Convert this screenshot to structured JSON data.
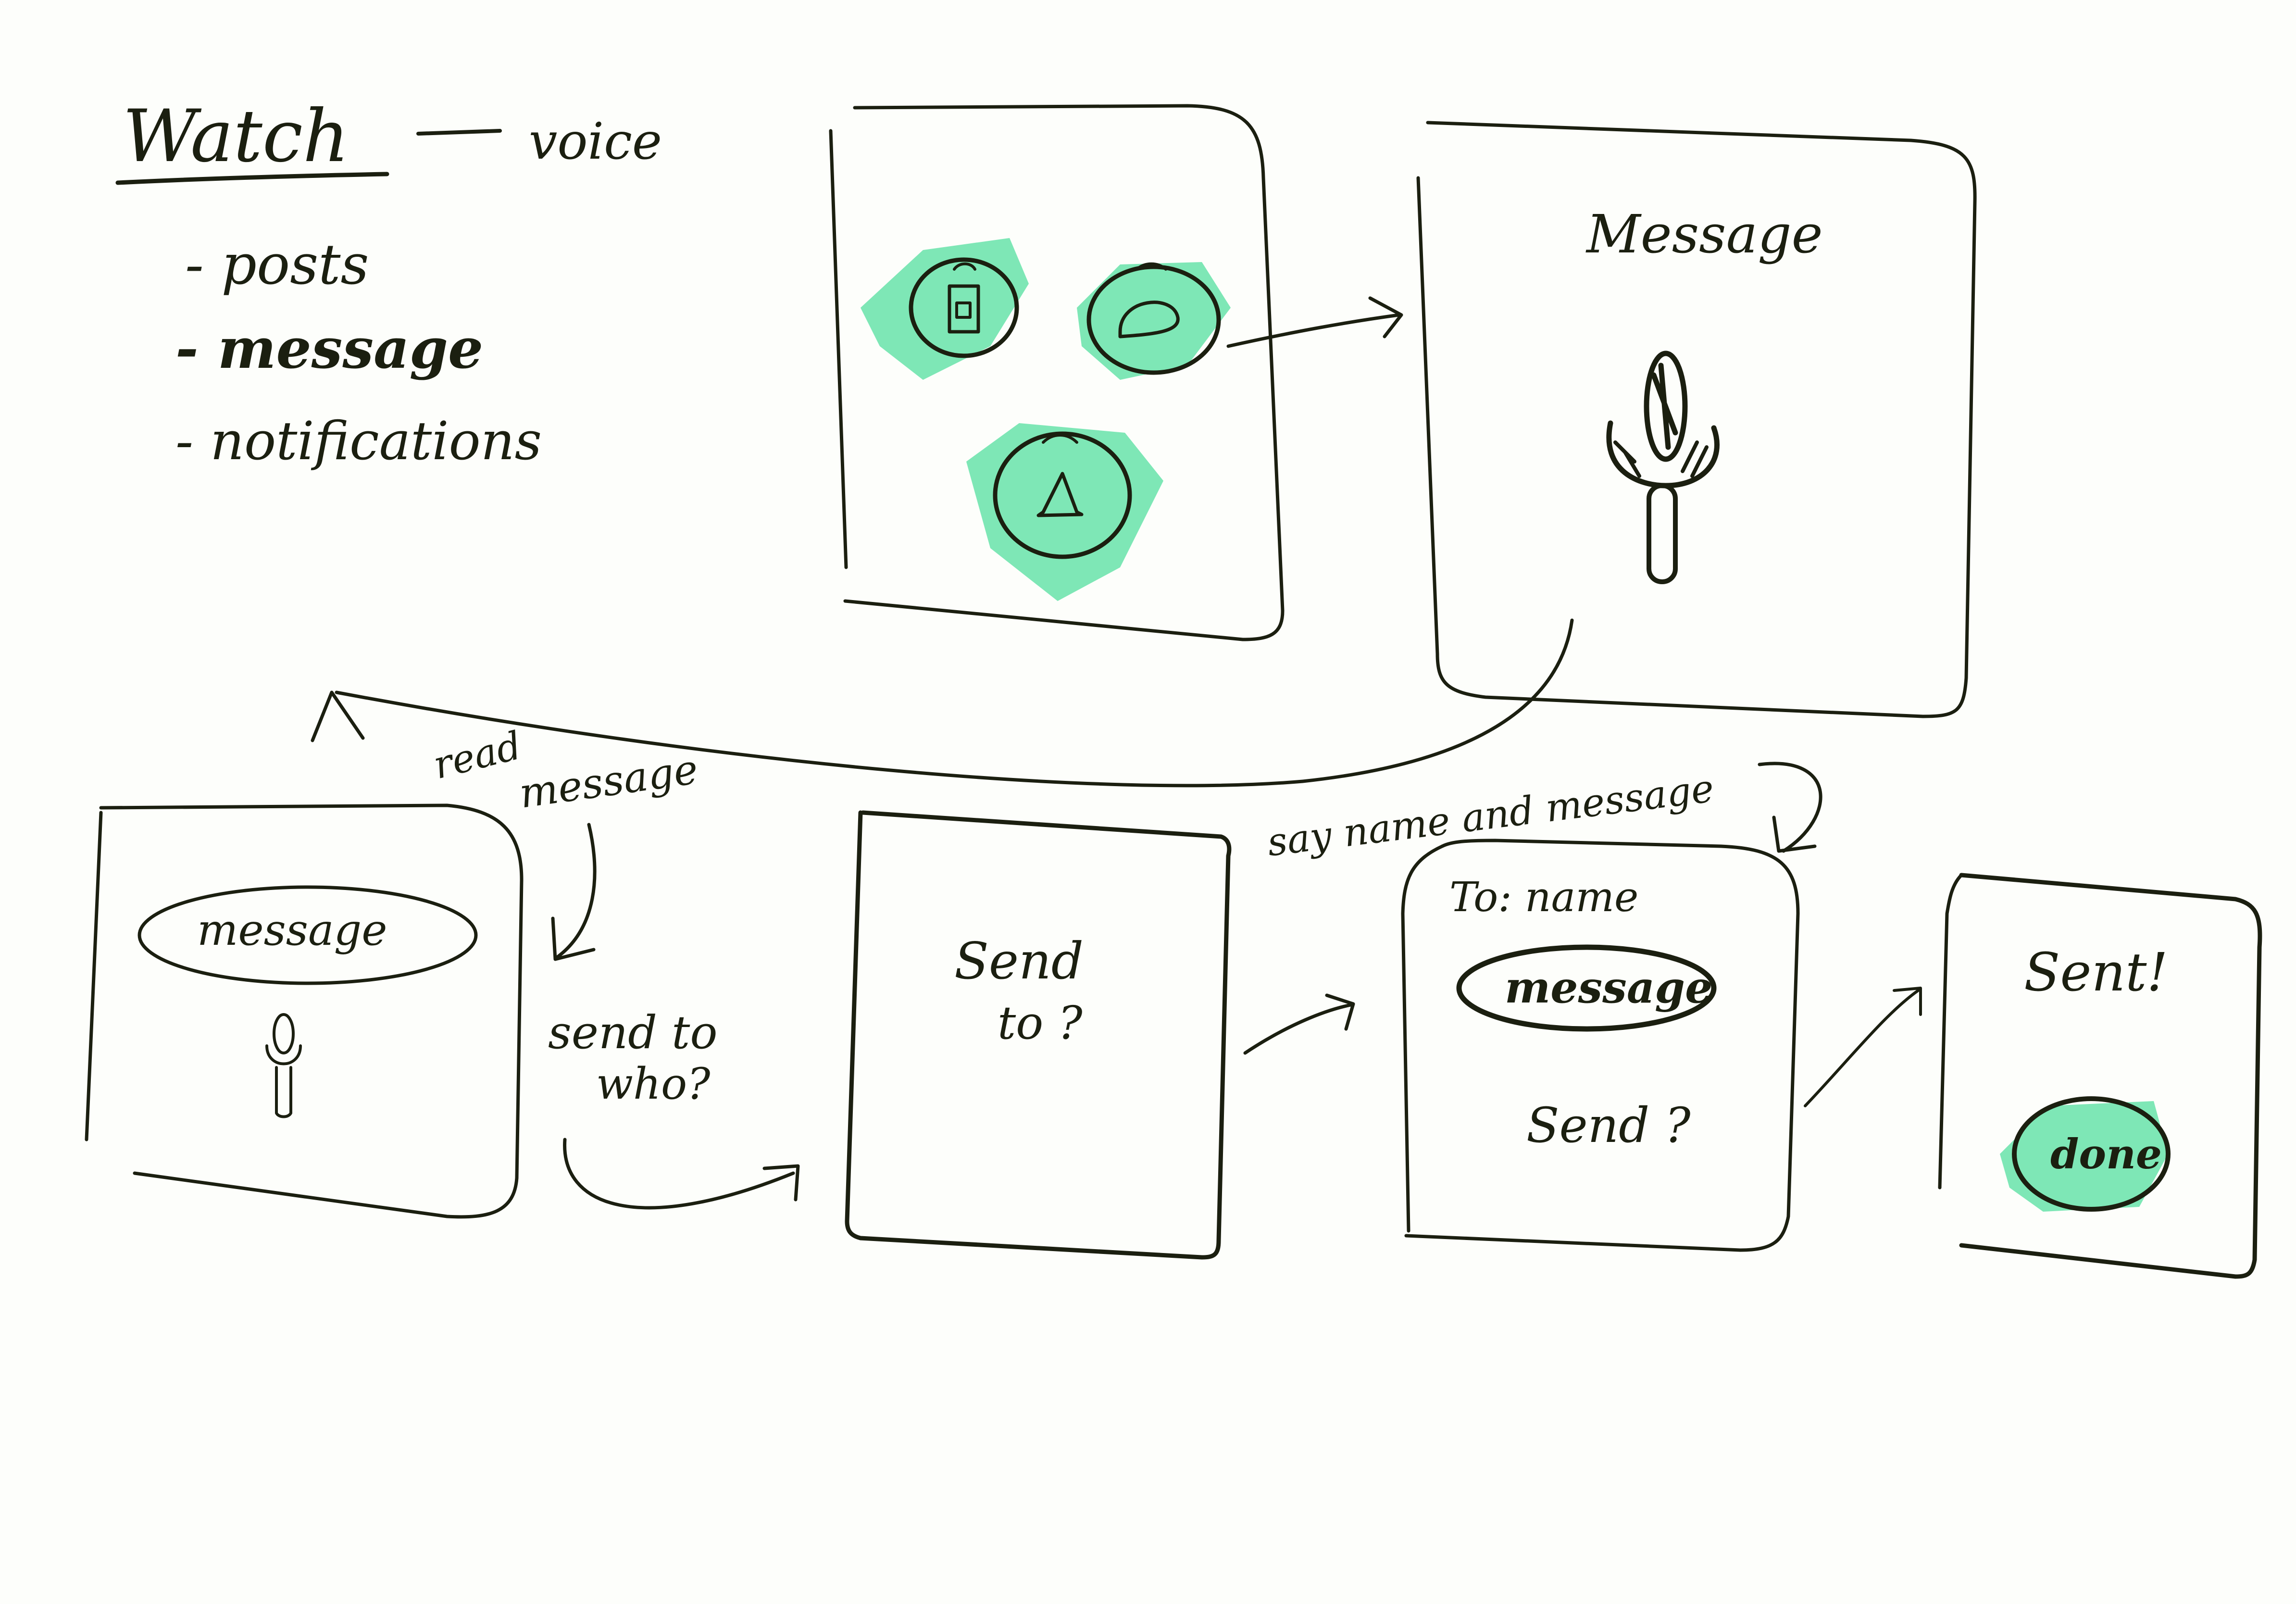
{
  "colors": {
    "ink": "#1b1f10",
    "highlight": "#67e3a9",
    "paper": "#fdfefb"
  },
  "notes": {
    "title": "Watch",
    "title_side": "voice",
    "items": [
      "- posts",
      "- message",
      "- notifications"
    ]
  },
  "screens": {
    "home": {
      "icons": [
        "post-icon",
        "message-bubble-icon",
        "notification-bell-icon"
      ]
    },
    "voice_message": {
      "title": "Message",
      "icon": "microphone-icon"
    },
    "read_message": {
      "bubble": "message",
      "icon": "microphone-icon"
    },
    "send_to": {
      "line1": "Send",
      "line2": "to ?"
    },
    "confirm": {
      "to_line": "To: name",
      "bubble": "message",
      "prompt": "Send ?"
    },
    "sent": {
      "title": "Sent!",
      "button": "done"
    }
  },
  "annotations": {
    "read_message": [
      "read",
      "message"
    ],
    "send_to_who": [
      "send to",
      "who?"
    ],
    "say_name": "say name and message"
  }
}
